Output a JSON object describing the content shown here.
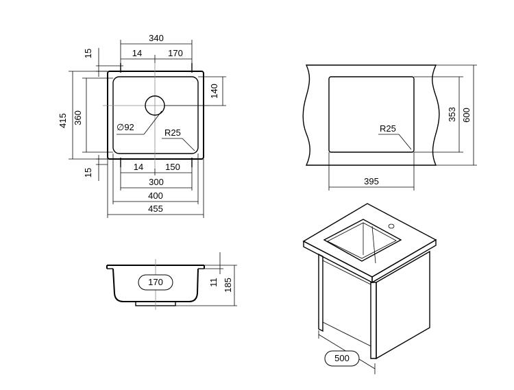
{
  "top_view": {
    "dim_340": "340",
    "dim_14_top": "14",
    "dim_170": "170",
    "dim_15_top": "15",
    "dim_140": "140",
    "dim_415": "415",
    "dim_360": "360",
    "dim_92": "∅92",
    "dim_r25": "R25",
    "dim_15_bottom": "15",
    "dim_14_bottom": "14",
    "dim_150": "150",
    "dim_300": "300",
    "dim_400": "400",
    "dim_455": "455"
  },
  "cutout_view": {
    "dim_r25": "R25",
    "dim_353": "353",
    "dim_600": "600",
    "dim_395": "395"
  },
  "section_view": {
    "dim_170": "170",
    "dim_11": "11",
    "dim_185": "185"
  },
  "iso_view": {
    "dim_500": "500"
  }
}
